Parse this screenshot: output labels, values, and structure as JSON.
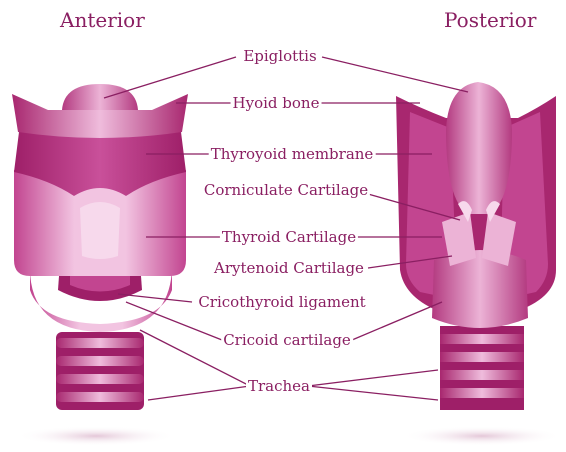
{
  "views": {
    "anterior": "Anterior",
    "posterior": "Posterior"
  },
  "labels": {
    "epiglottis": "Epiglottis",
    "hyoid_bone": "Hyoid bone",
    "thyroyoid_membrane": "Thyroyoid membrane",
    "corniculate_cartilage": "Corniculate Cartilage",
    "thyroid_cartilage": "Thyroid Cartilage",
    "arytenoid_cartilage": "Arytenoid Cartilage",
    "cricothyroid_ligament": "Cricothyroid ligament",
    "cricoid_cartilage": "Cricoid cartilage",
    "trachea": "Trachea"
  },
  "colors": {
    "label_text": "#8a1f62",
    "tissue_dark": "#a8276f",
    "tissue_mid": "#c24590",
    "tissue_light": "#e9a9d0",
    "leader_line": "#8a1f62"
  }
}
